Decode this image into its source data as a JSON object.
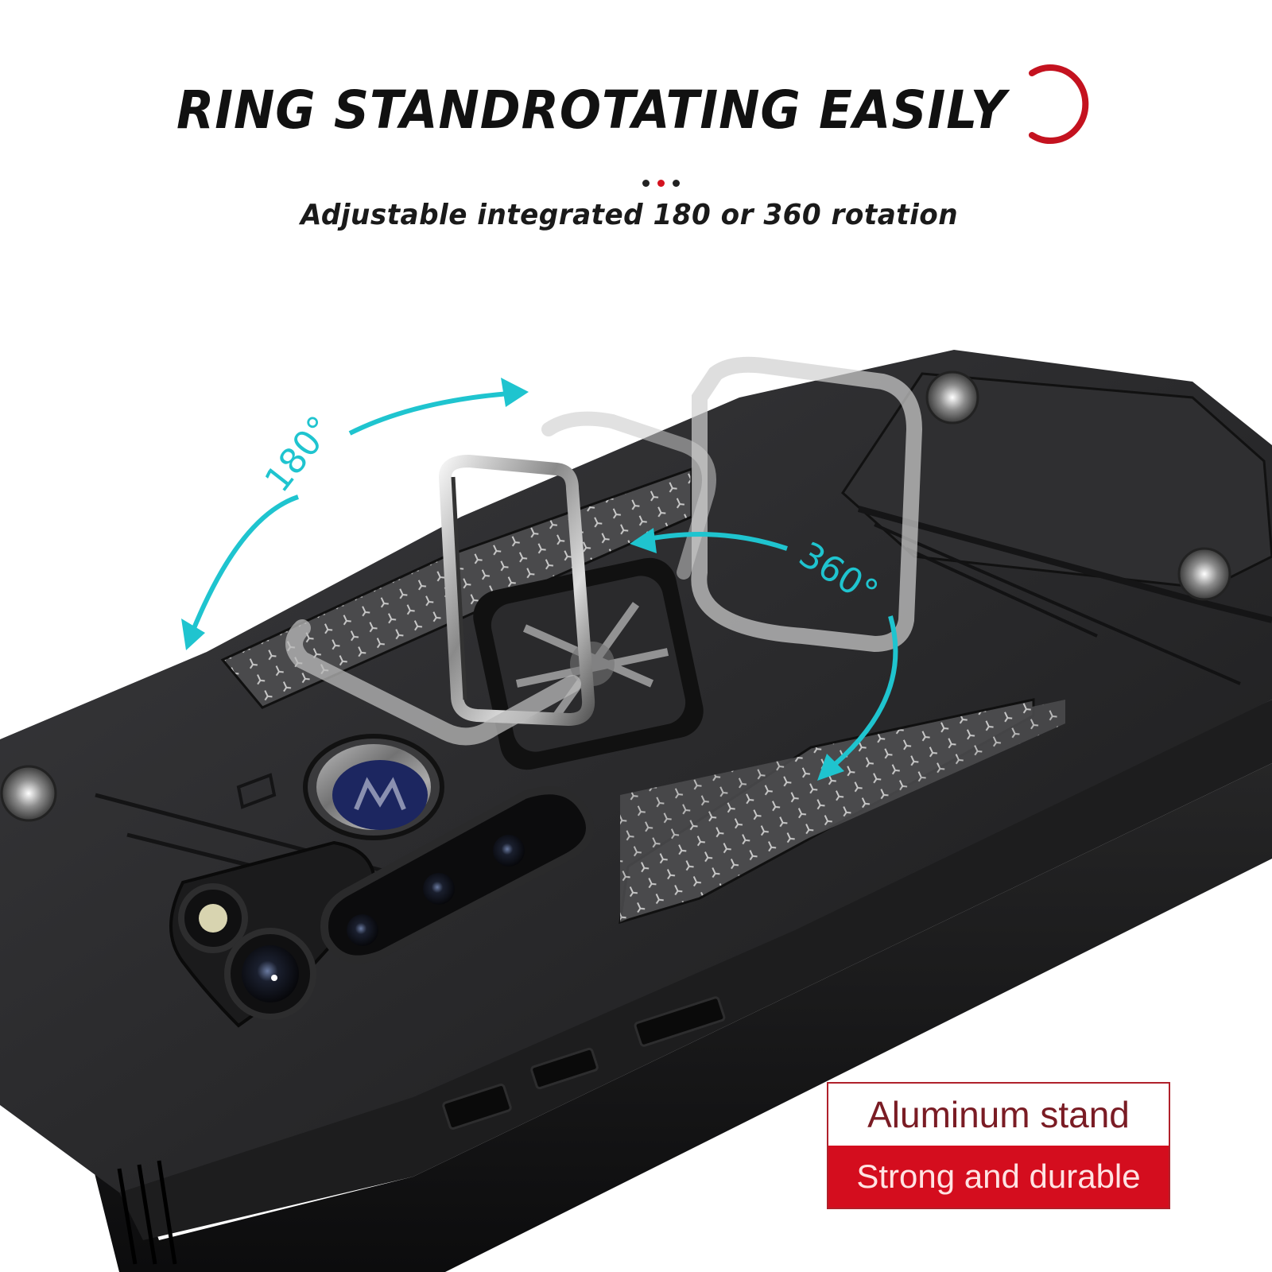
{
  "header": {
    "title": "RING STANDROTATING EASILY",
    "divider_dots": [
      "#222222",
      "#d4121f",
      "#222222"
    ],
    "subtitle": "Adjustable integrated 180  or 360  rotation",
    "accent_ring_color": "#c4121f"
  },
  "annotations": {
    "rotation_180_label": "180°",
    "rotation_360_label": "360°",
    "arrow_color": "#1fc4cf"
  },
  "product": {
    "description": "Black rugged phone case with rotating aluminum ring stand",
    "case_color": "#2b2b2d",
    "logo_badge_color": "#1c2660"
  },
  "badge": {
    "line1": "Aluminum stand",
    "line2": "Strong and durable",
    "line1_color": "#7a1c24",
    "line2_bg": "#d40d1e",
    "border_color": "#b0212b"
  }
}
